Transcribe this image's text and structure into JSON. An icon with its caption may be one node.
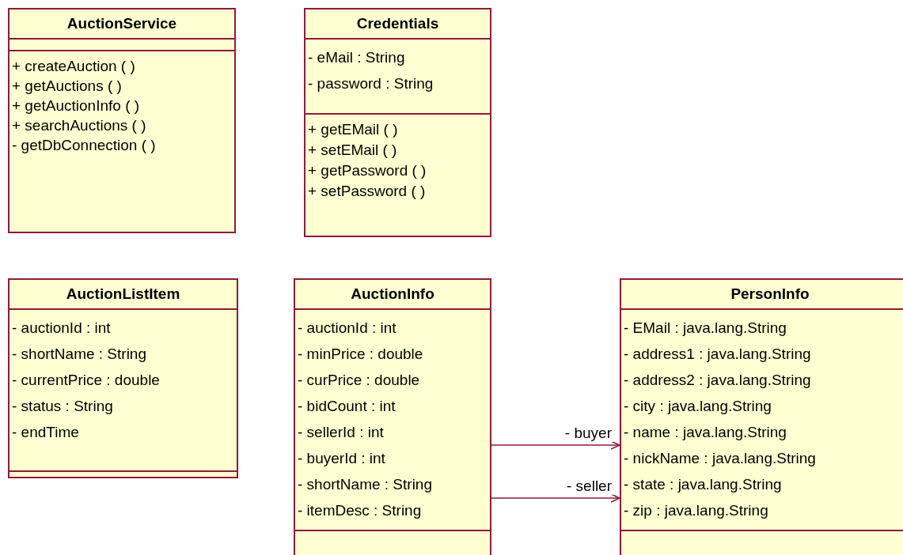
{
  "diagram": {
    "nodes": [
      {
        "text": [
          "AuctionService"
        ]
      },
      {
        "text": [],
        "shape": "box",
        "in": 0
      },
      {
        "text": [
          "+ createAuction ( )",
          "+ getAuctions ( )",
          "+ getAuctionInfo ( )",
          "+ searchAuctions ( )",
          "- getDbConnection ( )"
        ],
        "in": 0
      },
      {
        "text": [
          "Credentials"
        ]
      },
      {
        "text": [
          "- eMail : String",
          "- password : String"
        ],
        "in": 3
      },
      {
        "text": [
          "+ getEMail ( )",
          "+ setEMail ( )",
          "+ getPassword ( )",
          "+ setPassword ( )"
        ],
        "in": 3
      },
      {
        "text": [
          "AuctionListItem"
        ]
      },
      {
        "text": [
          "- auctionId : int",
          "- shortName : String",
          "- currentPrice : double",
          "- status : String",
          "- endTime"
        ],
        "in": 6
      },
      {
        "text": [],
        "shape": "box",
        "in": 6
      },
      {
        "text": [
          "AuctionInfo"
        ]
      },
      {
        "text": [
          "- auctionId : int",
          "- minPrice : double",
          "- curPrice : double",
          "- bidCount : int",
          "- sellerId : int",
          "- buyerId : int",
          "- shortName : String",
          "- itemDesc : String"
        ],
        "in": 9
      },
      {
        "text": [],
        "shape": "box",
        "in": 9
      },
      {
        "text": [
          "PersonInfo"
        ]
      },
      {
        "text": [
          "- EMail : java.lang.String",
          "- address1 : java.lang.String",
          "- address2 : java.lang.String",
          "- city : java.lang.String",
          "- name : java.lang.String",
          "- nickName : java.lang.String",
          "- state : java.lang.String",
          "- zip : java.lang.String"
        ],
        "in": 12
      },
      {
        "text": [],
        "shape": "box",
        "in": 12
      }
    ],
    "edges": [
      {
        "from": 9,
        "to": 12,
        "arrow": "to",
        "label": "- buyer"
      },
      {
        "from": 9,
        "to": 12,
        "arrow": "to",
        "label": "- seller"
      }
    ]
  }
}
